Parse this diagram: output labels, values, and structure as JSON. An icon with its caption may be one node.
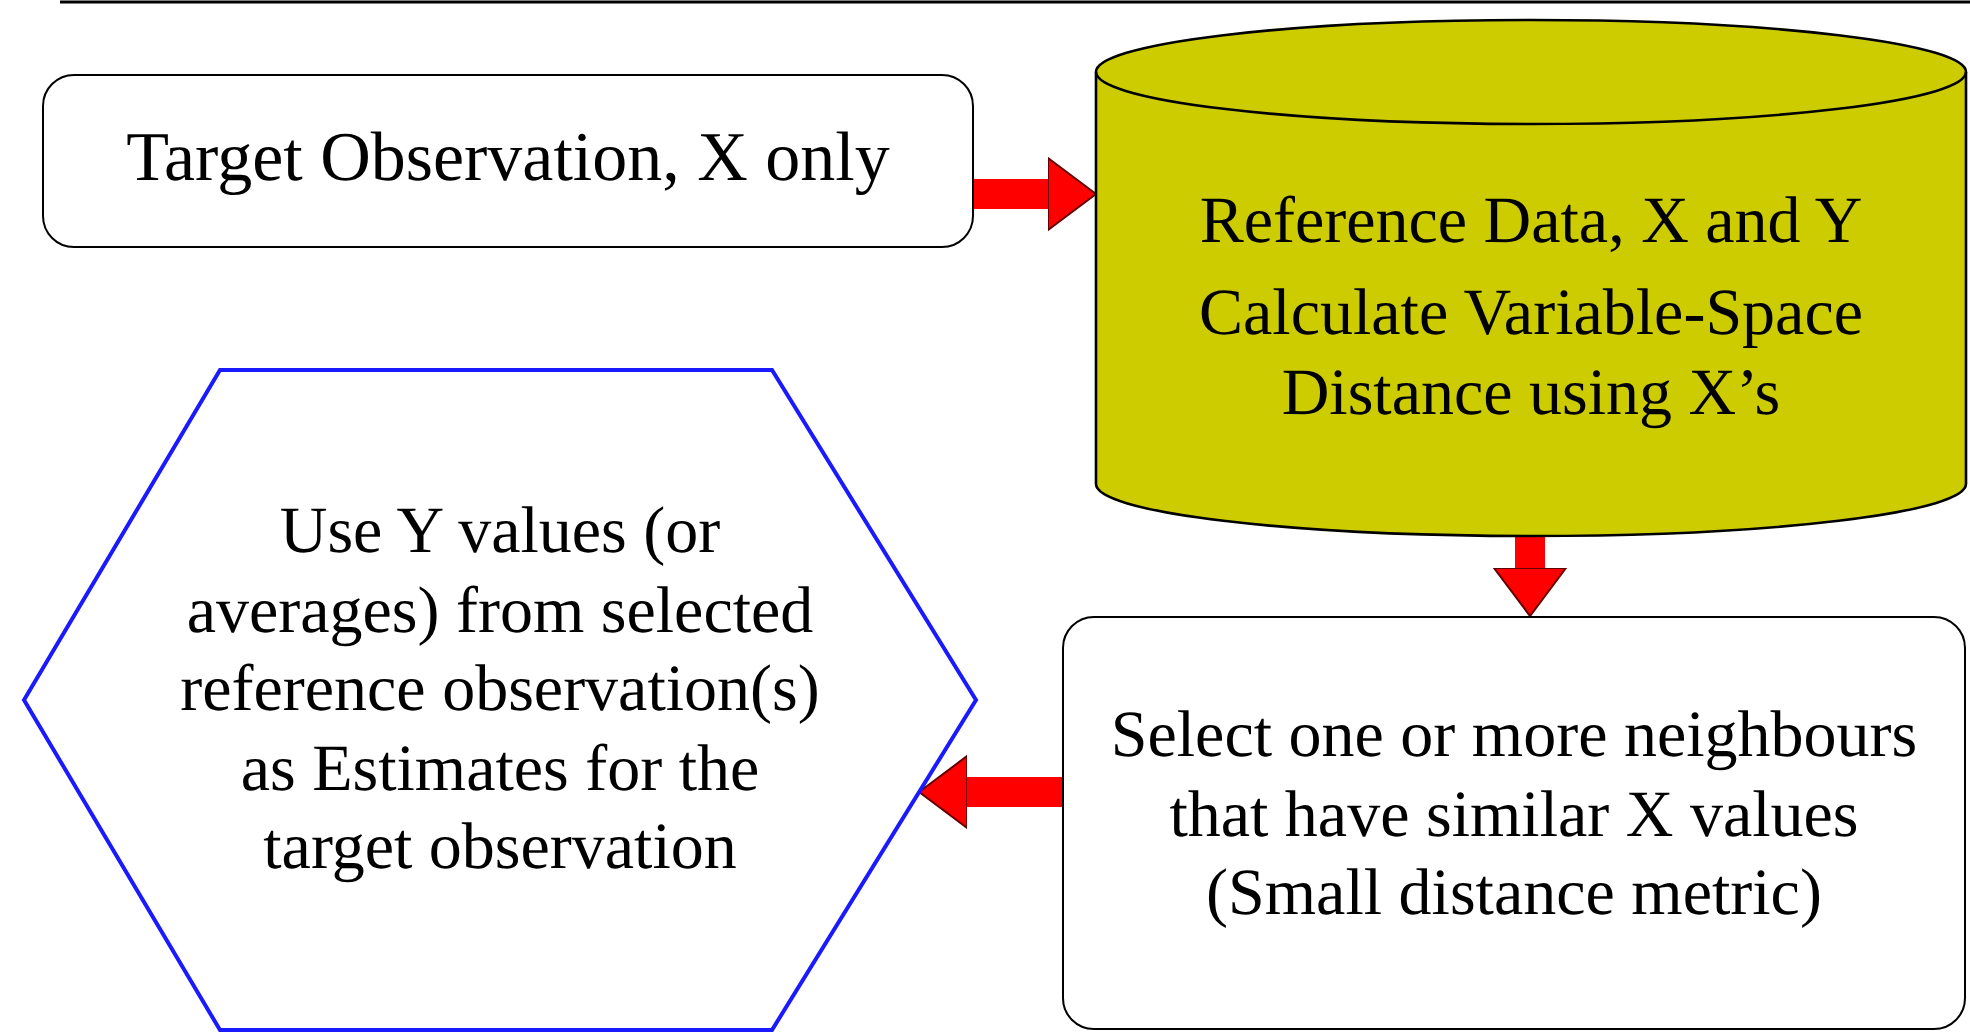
{
  "diagram": {
    "nodes": [
      {
        "text": [
          "Target Observation, X only"
        ]
      },
      {
        "text": [
          "Reference Data, X and Y",
          "Calculate Variable-Space Distance using X’s"
        ]
      },
      {
        "text": [
          "Select one or more neighbours that have similar X values (Small distance metric)"
        ]
      },
      {
        "text": [
          "Use Y values (or averages) from selected reference observation(s) as Estimates for the target observation"
        ]
      }
    ],
    "edges": [
      {
        "from": 0,
        "to": 1,
        "arrow": "to"
      },
      {
        "from": 1,
        "to": 2,
        "arrow": "to"
      },
      {
        "from": 2,
        "to": 3,
        "arrow": "to"
      }
    ]
  }
}
